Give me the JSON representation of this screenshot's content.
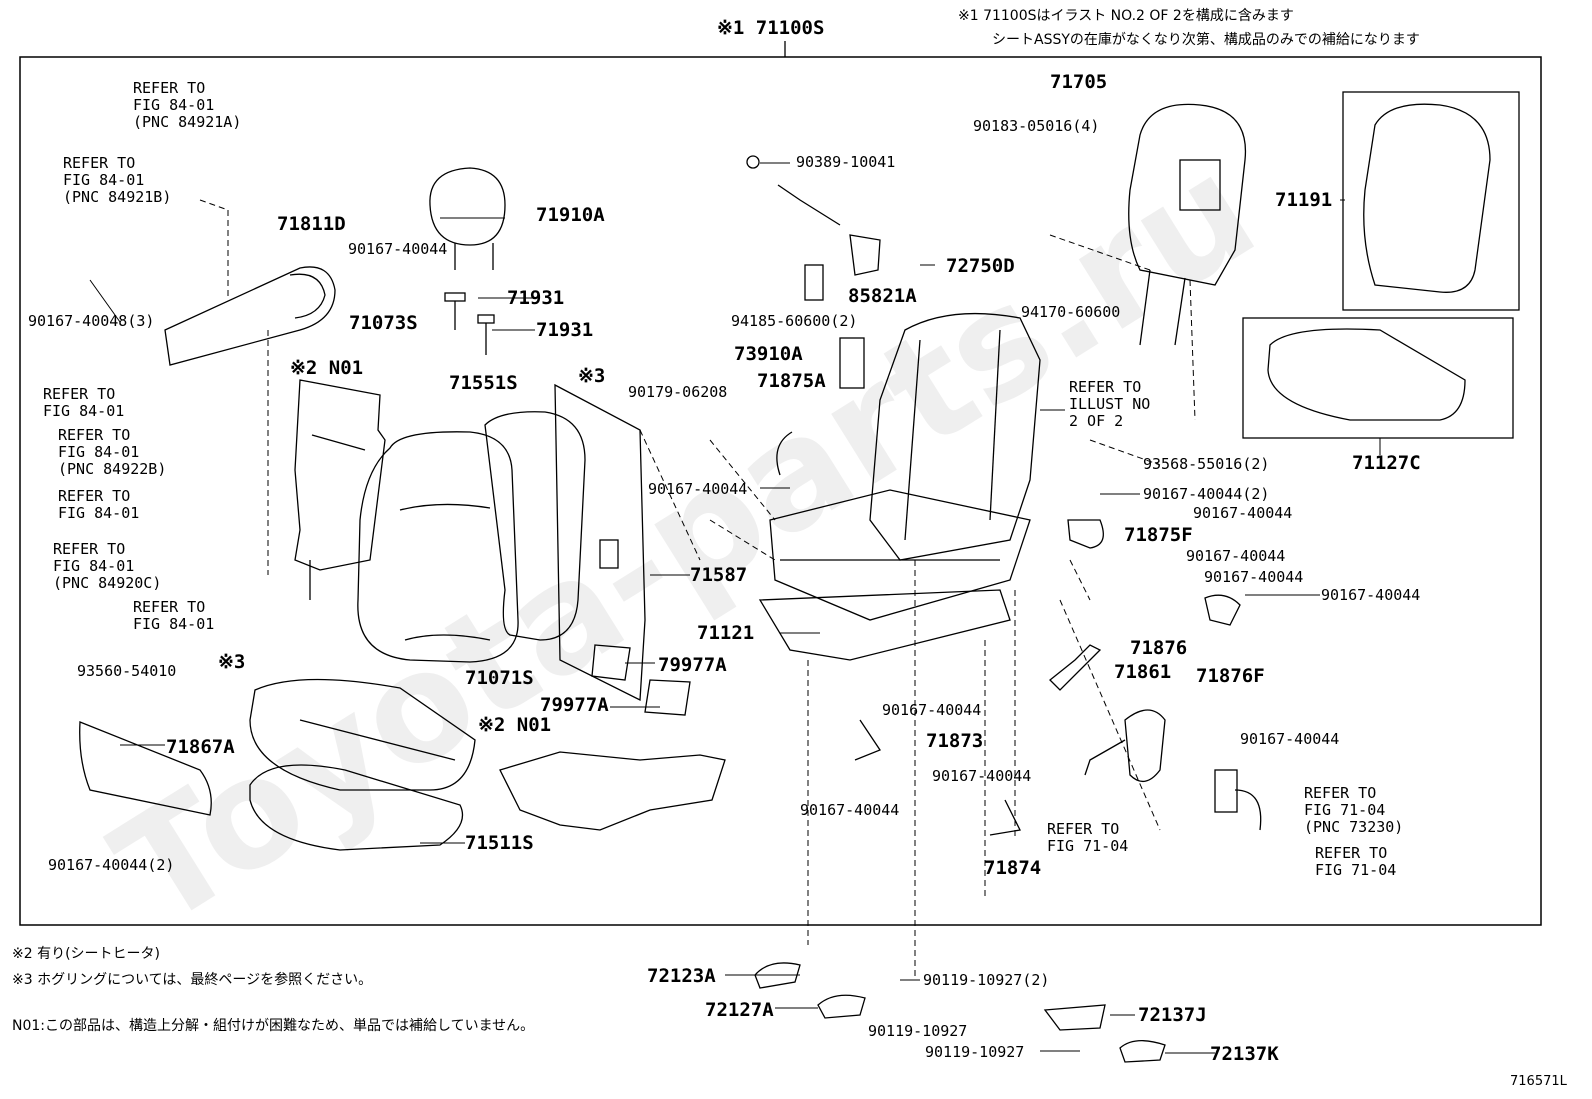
{
  "header": {
    "top_code": "※1 71100S",
    "note1_line1": "※1 71100Sはイラスト NO.2 OF 2を構成に含みます",
    "note1_line2": "シートASSYの在庫がなくなり次第、構成品のみでの補給になります"
  },
  "footer": {
    "note2": "※2 有り(シートヒータ)",
    "note3": "※3 ホグリングについては、最終ページを参照ください。",
    "note_n01": "N01:この部品は、構造上分解・組付けが困難なため、単品では補給していません。",
    "figure_id": "716571L",
    "watermark": "Toyota-parts.ru"
  },
  "labels": {
    "refer1": "REFER TO\nFIG 84-01\n(PNC 84921A)",
    "refer2": "REFER TO\nFIG 84-01\n(PNC 84921B)",
    "p90167_40048_3": "90167-40048(3)",
    "p71811D": "71811D",
    "p90167_40044_a": "90167-40044",
    "p71910A": "71910A",
    "p71931_a": "71931",
    "p71931_b": "71931",
    "p71073S": "71073S",
    "n01_a": "※2 N01",
    "refer3": "REFER TO\nFIG 84-01",
    "refer4": "REFER TO\nFIG 84-01\n(PNC 84922B)",
    "refer5": "REFER TO\nFIG 84-01",
    "refer6": "REFER TO\nFIG 84-01\n(PNC 84920C)",
    "refer7": "REFER TO\nFIG 84-01",
    "p71551S": "71551S",
    "hog3_a": "※3",
    "p71587": "71587",
    "p79977A_a": "79977A",
    "p79977A_b": "79977A",
    "p93560_54010": "93560-54010",
    "hog3_b": "※3",
    "p71867A": "71867A",
    "p71071S": "71071S",
    "n01_b": "※2 N01",
    "p71511S": "71511S",
    "p90167_40044_2a": "90167-40044(2)",
    "p90389_10041": "90389-10041",
    "p72750D": "72750D",
    "p85821A": "85821A",
    "p94185_60600_2": "94185-60600(2)",
    "p73910A": "73910A",
    "p90179_06208": "90179-06208",
    "p71875A": "71875A",
    "p90167_40044_b": "90167-40044",
    "p71121": "71121",
    "p71705": "71705",
    "p90183_05016_4": "90183-05016(4)",
    "p94170_60600": "94170-60600",
    "refer_illust": "REFER TO\nILLUST NO\n2 OF 2",
    "p93568_55016_2": "93568-55016(2)",
    "p71191": "71191",
    "p71127C": "71127C",
    "p90167_40044_2b": "90167-40044(2)",
    "p90167_40044_c": "90167-40044",
    "p71875F": "71875F",
    "p90167_40044_d": "90167-40044",
    "p90167_40044_e": "90167-40044",
    "p90167_40044_f": "90167-40044",
    "p71876F": "71876F",
    "p71876": "71876",
    "p71861": "71861",
    "p90167_40044_g": "90167-40044",
    "p71873": "71873",
    "p90167_40044_h": "90167-40044",
    "p90167_40044_i": "90167-40044",
    "p90167_40044_j": "90167-40044",
    "refer_71_04_a": "REFER TO\nFIG 71-04",
    "p71874": "71874",
    "refer_71_04_b": "REFER TO\nFIG 71-04\n(PNC 73230)",
    "refer_71_04_c": "REFER TO\nFIG 71-04",
    "p72123A": "72123A",
    "p72127A": "72127A",
    "p90119_10927_2": "90119-10927(2)",
    "p90119_10927_a": "90119-10927",
    "p90119_10927_b": "90119-10927",
    "p72137J": "72137J",
    "p72137K": "72137K"
  }
}
